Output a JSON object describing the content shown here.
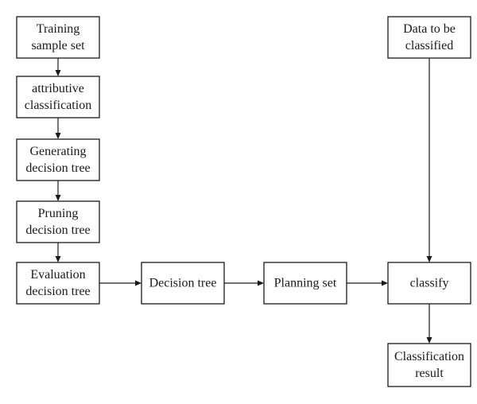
{
  "nodes": {
    "training_sample_set": [
      "Training",
      "sample set"
    ],
    "attributive_classification": [
      "attributive",
      "classification"
    ],
    "generating_decision_tree": [
      "Generating",
      "decision tree"
    ],
    "pruning_decision_tree": [
      "Pruning",
      "decision tree"
    ],
    "evaluation_decision_tree": [
      "Evaluation",
      "decision tree"
    ],
    "decision_tree": [
      "Decision tree"
    ],
    "planning_set": [
      "Planning set"
    ],
    "classify": [
      "classify"
    ],
    "data_to_be_classified": [
      "Data to be",
      "classified"
    ],
    "classification_result": [
      "Classification",
      "result"
    ]
  },
  "edges": [
    [
      "training_sample_set",
      "attributive_classification"
    ],
    [
      "attributive_classification",
      "generating_decision_tree"
    ],
    [
      "generating_decision_tree",
      "pruning_decision_tree"
    ],
    [
      "pruning_decision_tree",
      "evaluation_decision_tree"
    ],
    [
      "evaluation_decision_tree",
      "decision_tree"
    ],
    [
      "decision_tree",
      "planning_set"
    ],
    [
      "planning_set",
      "classify"
    ],
    [
      "data_to_be_classified",
      "classify"
    ],
    [
      "classify",
      "classification_result"
    ]
  ]
}
